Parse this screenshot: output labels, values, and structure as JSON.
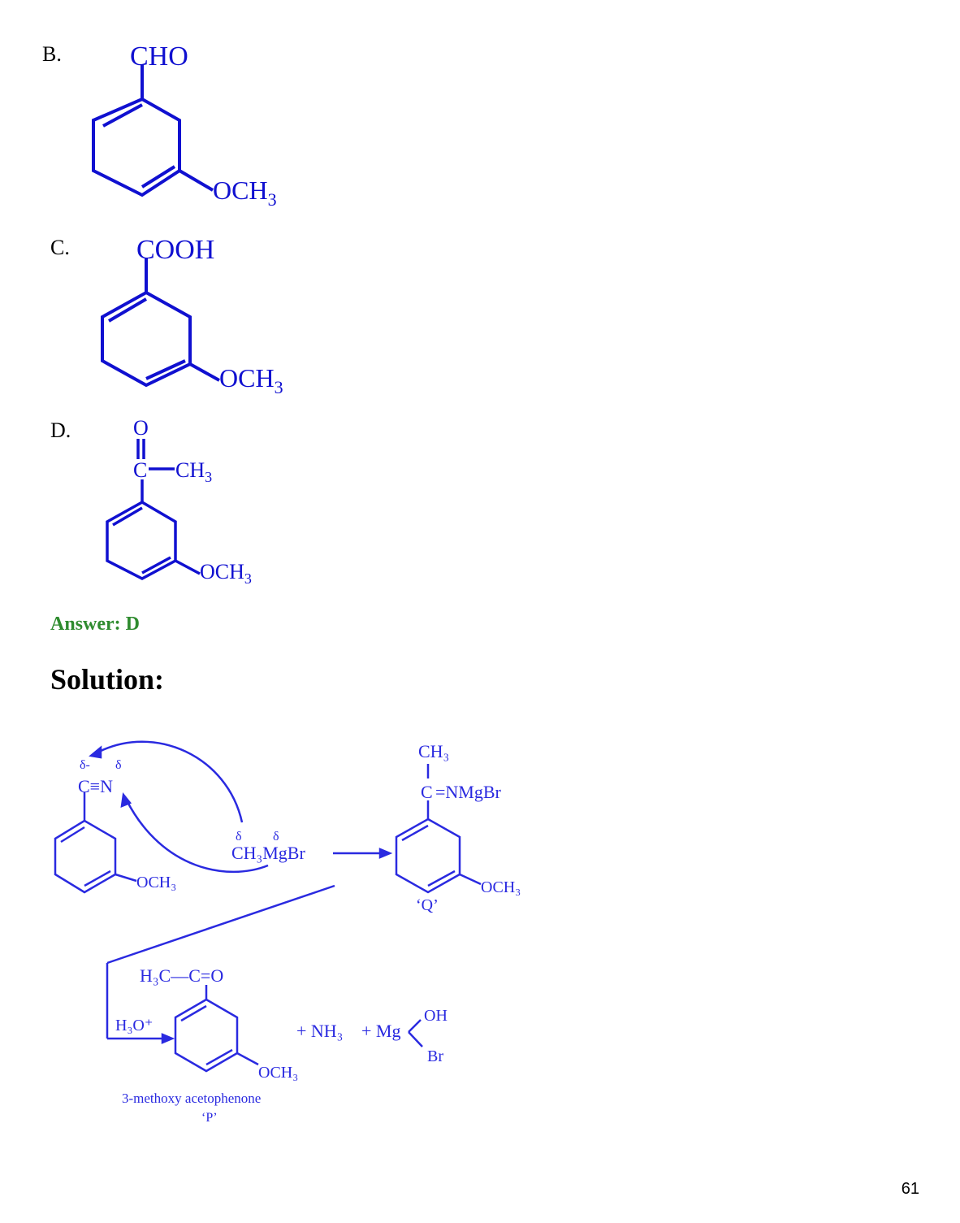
{
  "options": {
    "b": {
      "label": "B.",
      "top_group": "CHO",
      "sub": "OCH",
      "sub_index": "3"
    },
    "c": {
      "label": "C.",
      "top_group": "COOH",
      "sub": "OCH",
      "sub_index": "3"
    },
    "d": {
      "label": "D.",
      "o": "O",
      "c": "C",
      "ch3": "CH",
      "ch3_index": "3",
      "sub": "OCH",
      "sub_index": "3"
    }
  },
  "answer": "Answer: D",
  "solution_heading": "Solution:",
  "scheme": {
    "delta_left_1": "δ-",
    "delta_left_2": "δ",
    "nitrile": "C≡N",
    "reagent_d1": "δ",
    "reagent_d2": "δ",
    "reagent": "CH₃MgBr",
    "r1_sub": "OCH₃",
    "q_top": "CH₃",
    "q_c": "C",
    "q_nmgbr": "=NMgBr",
    "q_sub": "OCH₃",
    "q_label": "‘Q’",
    "hydrolysis": "H₃O⁺",
    "p_top": "H₃C—C=O",
    "p_sub": "OCH₃",
    "plus_nh3": "+ NH₃",
    "plus_mg": "+ Mg",
    "mg_oh": "OH",
    "mg_br": "Br",
    "p_name": "3-methoxy acetophenone",
    "p_label": "‘P’"
  },
  "page_number": "61",
  "colors": {
    "structure": "#1010d0",
    "scheme": "#2a2ae0",
    "answer": "#2e8b2e"
  }
}
